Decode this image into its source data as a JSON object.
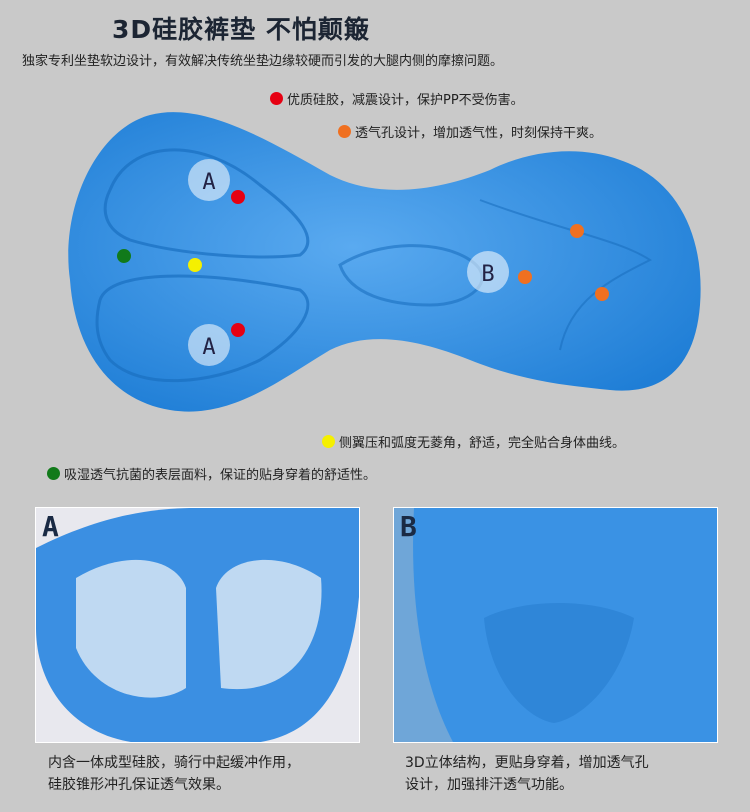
{
  "header": {
    "title": "3D硅胶裤垫 不怕颠簸",
    "subtitle": "独家专利坐垫软边设计，有效解决传统坐垫边缘较硬而引发的大腿内侧的摩擦问题。"
  },
  "features": [
    {
      "color": "#e60012",
      "text": "优质硅胶，减震设计，保护PP不受伤害。"
    },
    {
      "color": "#f07020",
      "text": "透气孔设计，增加透气性，时刻保持干爽。"
    },
    {
      "color": "#f5f000",
      "text": "侧翼压和弧度无菱角，舒适，完全贴合身体曲线。"
    },
    {
      "color": "#117a1a",
      "text": "吸湿透气抗菌的表层面料，保证的贴身穿着的舒适性。"
    }
  ],
  "markers": {
    "a": "A",
    "b": "B"
  },
  "details": [
    {
      "label": "A",
      "caption_line1": "内含一体成型硅胶，骑行中起缓冲作用，",
      "caption_line2": "硅胶锥形冲孔保证透气效果。"
    },
    {
      "label": "B",
      "caption_line1": "3D立体结构，更贴身穿着，增加透气孔",
      "caption_line2": "设计，加强排汗透气功能。"
    }
  ],
  "colors": {
    "pad": "#3a95e6",
    "background": "#c9c9c9"
  }
}
